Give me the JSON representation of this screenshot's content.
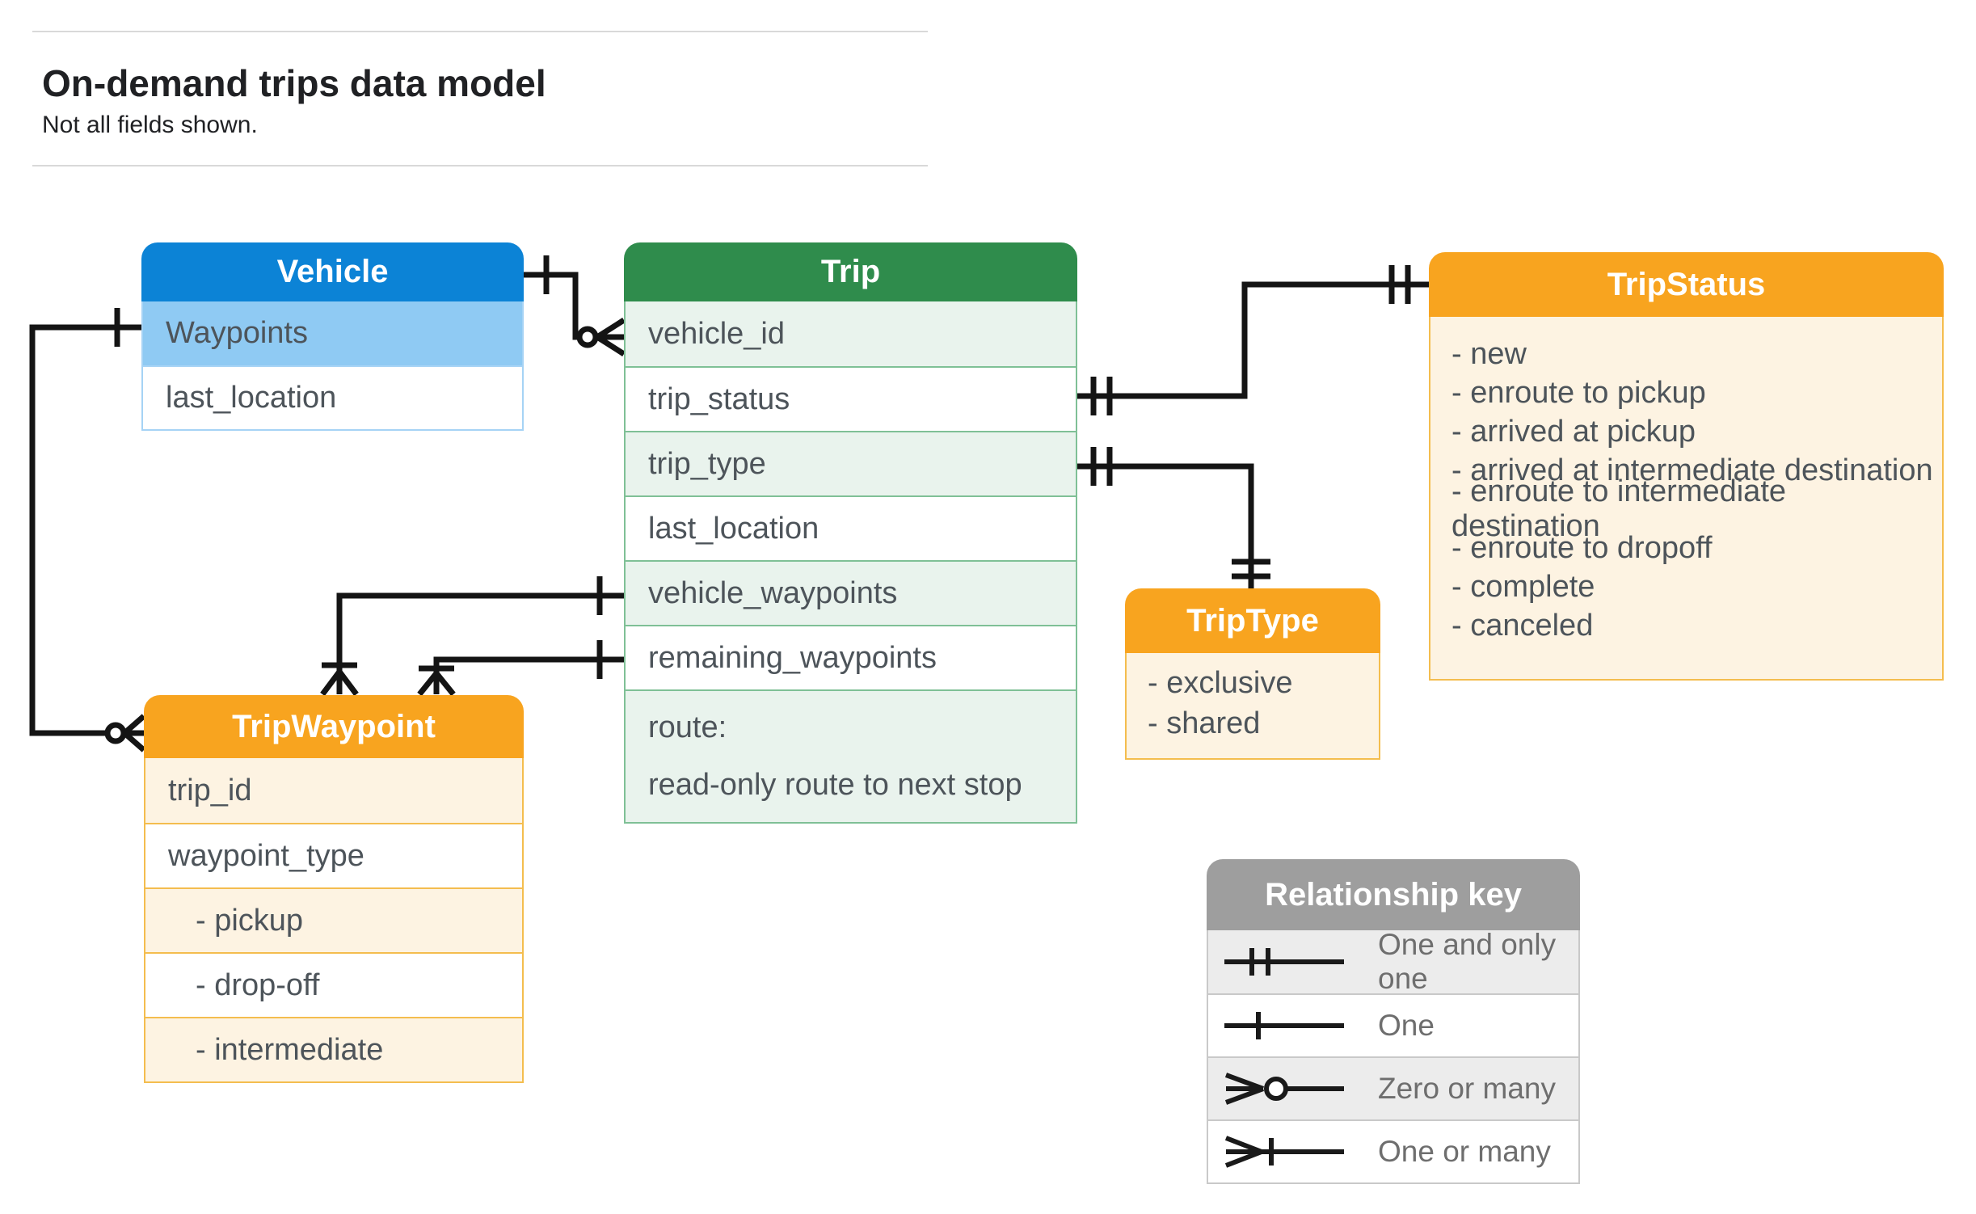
{
  "page": {
    "title": "On-demand trips data model",
    "subtitle": "Not all fields shown."
  },
  "entities": {
    "vehicle": {
      "title": "Vehicle",
      "rows": [
        "Waypoints",
        "last_location"
      ]
    },
    "trip": {
      "title": "Trip",
      "rows": [
        "vehicle_id",
        "trip_status",
        "trip_type",
        "last_location",
        "vehicle_waypoints",
        "remaining_waypoints"
      ],
      "route_row": {
        "line1": "route:",
        "line2": "read-only route to next stop"
      }
    },
    "trip_status": {
      "title": "TripStatus",
      "items": [
        "- new",
        "- enroute to pickup",
        "- arrived at pickup",
        "- arrived at intermediate destination",
        "- enroute to intermediate destination",
        "- enroute to dropoff",
        "- complete",
        "- canceled"
      ]
    },
    "trip_type": {
      "title": "TripType",
      "items": [
        "- exclusive",
        "- shared"
      ]
    },
    "trip_waypoint": {
      "title": "TripWaypoint",
      "rows": [
        "trip_id",
        "waypoint_type"
      ],
      "values": [
        "- pickup",
        "- drop-off",
        "- intermediate"
      ]
    }
  },
  "legend": {
    "title": "Relationship key",
    "items": [
      {
        "symbol": "one-and-only-one",
        "label": "One and only one"
      },
      {
        "symbol": "one",
        "label": "One"
      },
      {
        "symbol": "zero-or-many",
        "label": "Zero or many"
      },
      {
        "symbol": "one-or-many",
        "label": "One or many"
      }
    ]
  },
  "relationships": [
    {
      "from": "Vehicle",
      "to": "Trip.vehicle_id",
      "from_end": "one",
      "to_end": "zero-or-many"
    },
    {
      "from": "Vehicle.Waypoints",
      "to": "TripWaypoint",
      "from_end": "one",
      "to_end": "zero-or-many"
    },
    {
      "from": "Trip.trip_status",
      "to": "TripStatus",
      "from_end": "one-and-only-one",
      "to_end": "one-and-only-one"
    },
    {
      "from": "Trip.trip_type",
      "to": "TripType",
      "from_end": "one-and-only-one",
      "to_end": "one-and-only-one"
    },
    {
      "from": "Trip.vehicle_waypoints",
      "to": "TripWaypoint",
      "from_end": "one",
      "to_end": "one-or-many"
    },
    {
      "from": "Trip.remaining_waypoints",
      "to": "TripWaypoint",
      "from_end": "one",
      "to_end": "one-or-many"
    }
  ],
  "colors": {
    "vehicle_header": "#0c83d6",
    "vehicle_highlight": "#8fcaf3",
    "trip_header": "#2f8c4c",
    "trip_row_alt": "#e9f3ed",
    "enum_header": "#f8a41f",
    "enum_body": "#fdf3e2",
    "legend_header": "#9e9e9e",
    "legend_row_alt": "#ececec",
    "line": "#141414",
    "text": "#4d545a"
  }
}
